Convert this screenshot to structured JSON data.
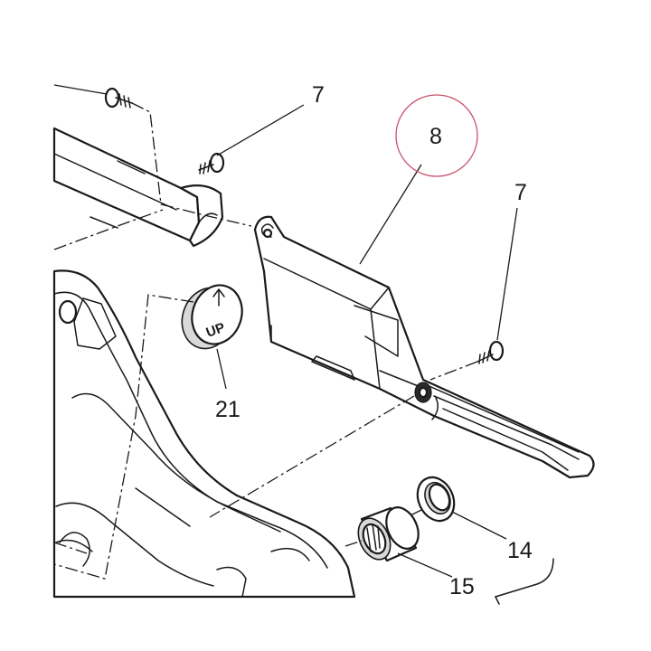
{
  "callouts": [
    {
      "id": "callout-7-upper",
      "number": "7"
    },
    {
      "id": "callout-8",
      "number": "8"
    },
    {
      "id": "callout-7-right",
      "number": "7"
    },
    {
      "id": "callout-21",
      "number": "21"
    },
    {
      "id": "callout-14",
      "number": "14"
    },
    {
      "id": "callout-15",
      "number": "15"
    }
  ],
  "cap_marking": {
    "text": "UP"
  },
  "colors": {
    "line": "#1a1a1a",
    "highlight_circle": "#c8506a",
    "background": "#ffffff"
  }
}
